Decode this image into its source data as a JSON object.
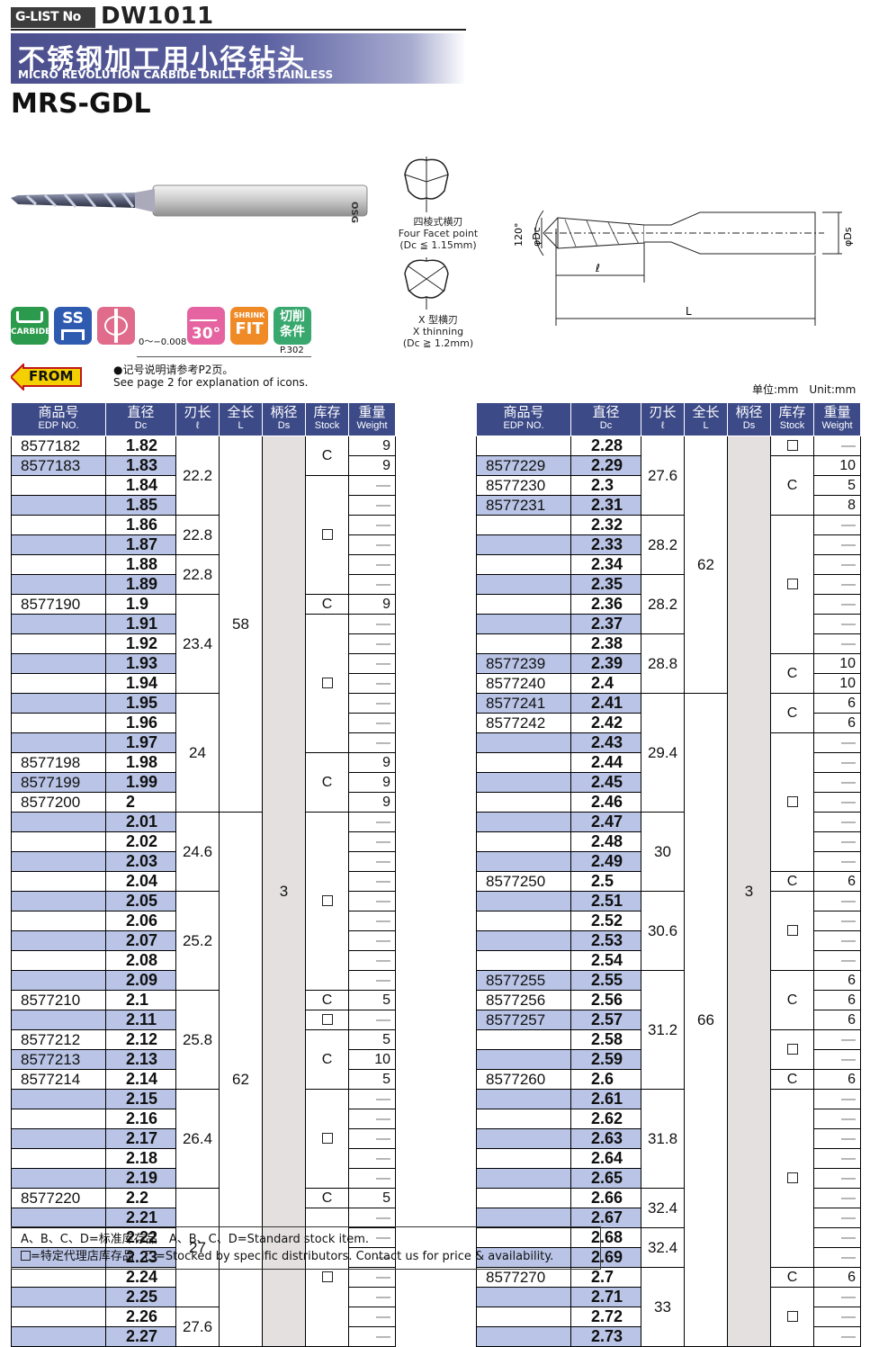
{
  "header": {
    "glist": "G-LIST No",
    "code": "DW1011",
    "title_zh": "不锈钢加工用小径钻头",
    "title_en": "MICRO REVOLUTION CARBIDE DRILL FOR STAINLESS",
    "model": "MRS-GDL"
  },
  "drill_brand": "OSG",
  "icons": {
    "carbide": "CARBIDE",
    "ss": "SS",
    "angle": "30°",
    "shrink": "SHRINK",
    "fit": "FIT",
    "cut1": "切削",
    "cut2": "条件",
    "page": "P.302",
    "tolerance": "0～−0.008"
  },
  "points": {
    "four_zh": "四棱式横刃",
    "four_en": "Four Facet point",
    "four_range": "(Dc ≦ 1.15mm)",
    "x_zh": "X 型横刃",
    "x_en": "X thinning",
    "x_range": "(Dc ≧ 1.2mm)"
  },
  "dims": {
    "angle": "120°",
    "dc": "φDc",
    "ds": "φDs",
    "l": "ℓ",
    "L": "L"
  },
  "notes": {
    "from": "FROM",
    "zh": "●记号说明请参考P2页。",
    "en": "See page 2 for explanation of icons.",
    "unit": "单位:mm　Unit:mm"
  },
  "columns": [
    {
      "zh": "商品号",
      "en": "EDP NO."
    },
    {
      "zh": "直径",
      "en": "Dc"
    },
    {
      "zh": "刃长",
      "en": "ℓ"
    },
    {
      "zh": "全长",
      "en": "L"
    },
    {
      "zh": "柄径",
      "en": "Ds"
    },
    {
      "zh": "库存",
      "en": "Stock"
    },
    {
      "zh": "重量",
      "en": "Weight"
    }
  ],
  "left_rows": [
    [
      "8577182",
      "1.82",
      "22.2",
      "58",
      "3",
      "C",
      "9"
    ],
    [
      "8577183",
      "1.83",
      "22.2",
      "58",
      "3",
      "C",
      "9"
    ],
    [
      "",
      "1.84",
      "22.2",
      "58",
      "3",
      "□",
      "—"
    ],
    [
      "",
      "1.85",
      "22.2",
      "58",
      "3",
      "□",
      "—"
    ],
    [
      "",
      "1.86",
      "22.8",
      "58",
      "3",
      "□",
      "—"
    ],
    [
      "",
      "1.87",
      "22.8",
      "58",
      "3",
      "□",
      "—"
    ],
    [
      "",
      "1.88",
      "22.8",
      "58",
      "3",
      "□",
      "—"
    ],
    [
      "",
      "1.89",
      "22.8",
      "58",
      "3",
      "□",
      "—"
    ],
    [
      "8577190",
      "1.9",
      "23.4",
      "58",
      "3",
      "C",
      "9"
    ],
    [
      "",
      "1.91",
      "23.4",
      "58",
      "3",
      "□",
      "—"
    ],
    [
      "",
      "1.92",
      "23.4",
      "58",
      "3",
      "□",
      "—"
    ],
    [
      "",
      "1.93",
      "23.4",
      "58",
      "3",
      "□",
      "—"
    ],
    [
      "",
      "1.94",
      "23.4",
      "58",
      "3",
      "□",
      "—"
    ],
    [
      "",
      "1.95",
      "24",
      "58",
      "3",
      "□",
      "—"
    ],
    [
      "",
      "1.96",
      "24",
      "58",
      "3",
      "□",
      "—"
    ],
    [
      "",
      "1.97",
      "24",
      "58",
      "3",
      "□",
      "—"
    ],
    [
      "8577198",
      "1.98",
      "24",
      "58",
      "3",
      "C",
      "9"
    ],
    [
      "8577199",
      "1.99",
      "24",
      "58",
      "3",
      "C",
      "9"
    ],
    [
      "8577200",
      "2",
      "24",
      "58",
      "3",
      "C",
      "9"
    ],
    [
      "",
      "2.01",
      "24.6",
      "62",
      "3",
      "□",
      "—"
    ],
    [
      "",
      "2.02",
      "24.6",
      "62",
      "3",
      "□",
      "—"
    ],
    [
      "",
      "2.03",
      "24.6",
      "62",
      "3",
      "□",
      "—"
    ],
    [
      "",
      "2.04",
      "24.6",
      "62",
      "3",
      "□",
      "—"
    ],
    [
      "",
      "2.05",
      "25.2",
      "62",
      "3",
      "□",
      "—"
    ],
    [
      "",
      "2.06",
      "25.2",
      "62",
      "3",
      "□",
      "—"
    ],
    [
      "",
      "2.07",
      "25.2",
      "62",
      "3",
      "□",
      "—"
    ],
    [
      "",
      "2.08",
      "25.2",
      "62",
      "3",
      "□",
      "—"
    ],
    [
      "",
      "2.09",
      "25.2",
      "62",
      "3",
      "□",
      "—"
    ],
    [
      "8577210",
      "2.1",
      "25.8",
      "62",
      "3",
      "C",
      "5"
    ],
    [
      "",
      "2.11",
      "25.8",
      "62",
      "3",
      "□",
      "—"
    ],
    [
      "8577212",
      "2.12",
      "25.8",
      "62",
      "3",
      "C",
      "5"
    ],
    [
      "8577213",
      "2.13",
      "25.8",
      "62",
      "3",
      "C",
      "10"
    ],
    [
      "8577214",
      "2.14",
      "25.8",
      "62",
      "3",
      "C",
      "5"
    ],
    [
      "",
      "2.15",
      "26.4",
      "62",
      "3",
      "□",
      "—"
    ],
    [
      "",
      "2.16",
      "26.4",
      "62",
      "3",
      "□",
      "—"
    ],
    [
      "",
      "2.17",
      "26.4",
      "62",
      "3",
      "□",
      "—"
    ],
    [
      "",
      "2.18",
      "26.4",
      "62",
      "3",
      "□",
      "—"
    ],
    [
      "",
      "2.19",
      "26.4",
      "62",
      "3",
      "□",
      "—"
    ],
    [
      "8577220",
      "2.2",
      "27",
      "62",
      "3",
      "C",
      "5"
    ],
    [
      "",
      "2.21",
      "27",
      "62",
      "3",
      "□",
      "—"
    ],
    [
      "",
      "2.22",
      "27",
      "62",
      "3",
      "□",
      "—"
    ],
    [
      "",
      "2.23",
      "27",
      "62",
      "3",
      "□",
      "—"
    ],
    [
      "",
      "2.24",
      "27",
      "62",
      "3",
      "□",
      "—"
    ],
    [
      "",
      "2.25",
      "27",
      "62",
      "3",
      "□",
      "—"
    ],
    [
      "",
      "2.26",
      "27.6",
      "62",
      "3",
      "□",
      "—"
    ],
    [
      "",
      "2.27",
      "27.6",
      "62",
      "3",
      "□",
      "—"
    ]
  ],
  "right_rows": [
    [
      "",
      "2.28",
      "27.6",
      "62",
      "3",
      "□",
      "—"
    ],
    [
      "8577229",
      "2.29",
      "27.6",
      "62",
      "3",
      "C",
      "10"
    ],
    [
      "8577230",
      "2.3",
      "27.6",
      "62",
      "3",
      "C",
      "5"
    ],
    [
      "8577231",
      "2.31",
      "27.6",
      "62",
      "3",
      "C",
      "8"
    ],
    [
      "",
      "2.32",
      "28.2",
      "62",
      "3",
      "□",
      "—"
    ],
    [
      "",
      "2.33",
      "28.2",
      "62",
      "3",
      "□",
      "—"
    ],
    [
      "",
      "2.34",
      "28.2",
      "62",
      "3",
      "□",
      "—"
    ],
    [
      "",
      "2.35",
      "28.2",
      "62",
      "3",
      "□",
      "—"
    ],
    [
      "",
      "2.36",
      "28.2",
      "62",
      "3",
      "□",
      "—"
    ],
    [
      "",
      "2.37",
      "28.2",
      "62",
      "3",
      "□",
      "—"
    ],
    [
      "",
      "2.38",
      "28.8",
      "62",
      "3",
      "□",
      "—"
    ],
    [
      "8577239",
      "2.39",
      "28.8",
      "62",
      "3",
      "C",
      "10"
    ],
    [
      "8577240",
      "2.4",
      "28.8",
      "62",
      "3",
      "C",
      "10"
    ],
    [
      "8577241",
      "2.41",
      "29.4",
      "66",
      "3",
      "C",
      "6"
    ],
    [
      "8577242",
      "2.42",
      "29.4",
      "66",
      "3",
      "C",
      "6"
    ],
    [
      "",
      "2.43",
      "29.4",
      "66",
      "3",
      "□",
      "—"
    ],
    [
      "",
      "2.44",
      "29.4",
      "66",
      "3",
      "□",
      "—"
    ],
    [
      "",
      "2.45",
      "29.4",
      "66",
      "3",
      "□",
      "—"
    ],
    [
      "",
      "2.46",
      "29.4",
      "66",
      "3",
      "□",
      "—"
    ],
    [
      "",
      "2.47",
      "30",
      "66",
      "3",
      "□",
      "—"
    ],
    [
      "",
      "2.48",
      "30",
      "66",
      "3",
      "□",
      "—"
    ],
    [
      "",
      "2.49",
      "30",
      "66",
      "3",
      "□",
      "—"
    ],
    [
      "8577250",
      "2.5",
      "30",
      "66",
      "3",
      "C",
      "6"
    ],
    [
      "",
      "2.51",
      "30.6",
      "66",
      "3",
      "□",
      "—"
    ],
    [
      "",
      "2.52",
      "30.6",
      "66",
      "3",
      "□",
      "—"
    ],
    [
      "",
      "2.53",
      "30.6",
      "66",
      "3",
      "□",
      "—"
    ],
    [
      "",
      "2.54",
      "30.6",
      "66",
      "3",
      "□",
      "—"
    ],
    [
      "8577255",
      "2.55",
      "31.2",
      "66",
      "3",
      "C",
      "6"
    ],
    [
      "8577256",
      "2.56",
      "31.2",
      "66",
      "3",
      "C",
      "6"
    ],
    [
      "8577257",
      "2.57",
      "31.2",
      "66",
      "3",
      "C",
      "6"
    ],
    [
      "",
      "2.58",
      "31.2",
      "66",
      "3",
      "□",
      "—"
    ],
    [
      "",
      "2.59",
      "31.2",
      "66",
      "3",
      "□",
      "—"
    ],
    [
      "8577260",
      "2.6",
      "31.2",
      "66",
      "3",
      "C",
      "6"
    ],
    [
      "",
      "2.61",
      "31.8",
      "66",
      "3",
      "□",
      "—"
    ],
    [
      "",
      "2.62",
      "31.8",
      "66",
      "3",
      "□",
      "—"
    ],
    [
      "",
      "2.63",
      "31.8",
      "66",
      "3",
      "□",
      "—"
    ],
    [
      "",
      "2.64",
      "31.8",
      "66",
      "3",
      "□",
      "—"
    ],
    [
      "",
      "2.65",
      "31.8",
      "66",
      "3",
      "□",
      "—"
    ],
    [
      "",
      "2.66",
      "32.4",
      "66",
      "3",
      "□",
      "—"
    ],
    [
      "",
      "2.67",
      "32.4",
      "66",
      "3",
      "□",
      "—"
    ],
    [
      "",
      "2.68",
      "32.4",
      "66",
      "3",
      "□",
      "—"
    ],
    [
      "",
      "2.69",
      "32.4",
      "66",
      "3",
      "□",
      "—"
    ],
    [
      "8577270",
      "2.7",
      "33",
      "66",
      "3",
      "C",
      "6"
    ],
    [
      "",
      "2.71",
      "33",
      "66",
      "3",
      "□",
      "—"
    ],
    [
      "",
      "2.72",
      "33",
      "66",
      "3",
      "□",
      "—"
    ],
    [
      "",
      "2.73",
      "33",
      "66",
      "3",
      "□",
      "—"
    ]
  ],
  "spans": {
    "left": {
      "flute": [
        [
          0,
          4,
          "22.2"
        ],
        [
          4,
          2,
          "22.8"
        ],
        [
          6,
          2,
          "22.8"
        ],
        [
          8,
          5,
          "23.4"
        ],
        [
          13,
          6,
          "24"
        ],
        [
          19,
          4,
          "24.6"
        ],
        [
          23,
          5,
          "25.2"
        ],
        [
          28,
          5,
          "25.8"
        ],
        [
          33,
          5,
          "26.4"
        ],
        [
          38,
          6,
          "27"
        ],
        [
          44,
          2,
          "27.6"
        ]
      ],
      "oal": [
        [
          0,
          19,
          "58"
        ],
        [
          19,
          27,
          "62"
        ]
      ],
      "shank": [
        [
          0,
          46,
          "3"
        ]
      ],
      "stock": [
        [
          0,
          2,
          "C"
        ],
        [
          2,
          6,
          "□"
        ],
        [
          8,
          1,
          "C"
        ],
        [
          9,
          7,
          "□"
        ],
        [
          16,
          3,
          "C"
        ],
        [
          19,
          9,
          "□"
        ],
        [
          28,
          1,
          "C"
        ],
        [
          29,
          1,
          "□"
        ],
        [
          30,
          3,
          "C"
        ],
        [
          33,
          5,
          "□"
        ],
        [
          38,
          1,
          "C"
        ],
        [
          39,
          7,
          "□"
        ]
      ]
    },
    "right": {
      "flute": [
        [
          0,
          4,
          "27.6"
        ],
        [
          4,
          3,
          "28.2"
        ],
        [
          7,
          3,
          "28.2"
        ],
        [
          10,
          3,
          "28.8"
        ],
        [
          13,
          6,
          "29.4"
        ],
        [
          19,
          4,
          "30"
        ],
        [
          23,
          4,
          "30.6"
        ],
        [
          27,
          6,
          "31.2"
        ],
        [
          33,
          5,
          "31.8"
        ],
        [
          38,
          2,
          "32.4"
        ],
        [
          40,
          2,
          "32.4"
        ],
        [
          42,
          4,
          "33"
        ]
      ],
      "oal": [
        [
          0,
          13,
          "62"
        ],
        [
          13,
          33,
          "66"
        ]
      ],
      "shank": [
        [
          0,
          46,
          "3"
        ]
      ],
      "stock": [
        [
          0,
          1,
          "□"
        ],
        [
          1,
          3,
          "C"
        ],
        [
          4,
          7,
          "□"
        ],
        [
          11,
          2,
          "C"
        ],
        [
          13,
          2,
          "C"
        ],
        [
          15,
          7,
          "□"
        ],
        [
          22,
          1,
          "C"
        ],
        [
          23,
          4,
          "□"
        ],
        [
          27,
          3,
          "C"
        ],
        [
          30,
          2,
          "□"
        ],
        [
          32,
          1,
          "C"
        ],
        [
          33,
          9,
          "□"
        ],
        [
          42,
          1,
          "C"
        ],
        [
          43,
          3,
          "□"
        ]
      ]
    }
  },
  "legend": {
    "l1a": "A、B、C、D=标准库存品",
    "l1b": "A、B、C、D=Standard stock item.",
    "l2a": "=特定代理店库存品",
    "l2b": "=Stocked by specific distributors. Contact us for price & availability."
  },
  "colors": {
    "header": "#3c4a88",
    "row_band": "#b9c4e6",
    "shank_col": "#e4e0e0",
    "title_band": "#4b4f8d"
  }
}
